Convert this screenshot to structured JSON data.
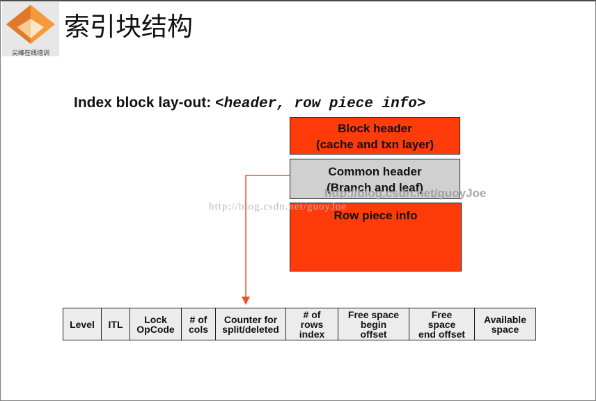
{
  "logo": {
    "text": "尖峰在线培训",
    "icon": "orange-pyramid-logo"
  },
  "title": "索引块结构",
  "layout": {
    "label": "Index block lay-out:",
    "code": "<header, row piece info>"
  },
  "blocks": {
    "block_header": {
      "line1": "Block header",
      "line2": "(cache and txn layer)"
    },
    "common_header": {
      "line1": "Common header",
      "line2": "(Branch and leaf)"
    },
    "row_piece": {
      "line1": "Row piece info"
    }
  },
  "watermarks": {
    "bold": "http://blog.csdn.net/guoyJoe",
    "light": "http://blog.csdn.net/guoyJoe"
  },
  "fields": [
    {
      "line1": "Level"
    },
    {
      "line1": "ITL"
    },
    {
      "line1": "Lock",
      "line2": "OpCode"
    },
    {
      "line1": "# of",
      "line2": "cols"
    },
    {
      "line1": "Counter for",
      "line2": "split/deleted"
    },
    {
      "line1": "# of",
      "line2": "rows",
      "line3": "index"
    },
    {
      "line1": "Free space",
      "line2": "begin",
      "line3": "offset"
    },
    {
      "line1": "Free",
      "line2": "space",
      "line3": "end offset"
    },
    {
      "line1": "Available",
      "line2": "space"
    }
  ],
  "colors": {
    "red": "#ff3b0a",
    "gray": "#d0d0d0",
    "arrow": "#e8542a"
  }
}
